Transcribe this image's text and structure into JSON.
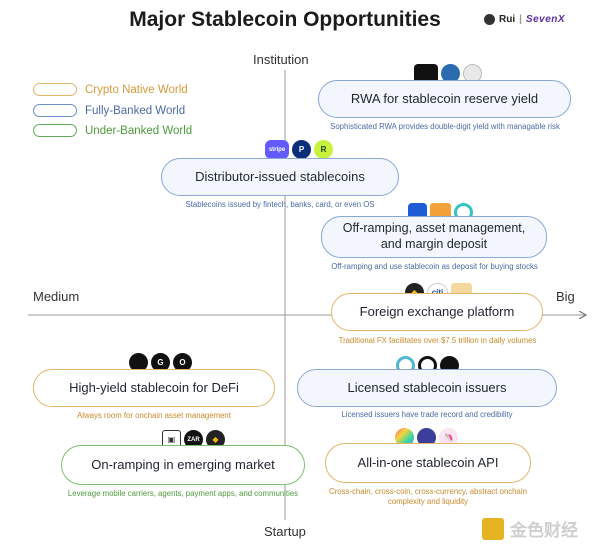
{
  "title": "Major Stablecoin Opportunities",
  "brand": {
    "name1": "Rui",
    "separator": "|",
    "name2": "SevenX"
  },
  "axes": {
    "top": "Institution",
    "bottom": "Startup",
    "left": "Medium",
    "right": "Big"
  },
  "legend": [
    {
      "label": "Crypto Native World",
      "color": "#e2b56a"
    },
    {
      "label": "Fully-Banked World",
      "color": "#6f90cc"
    },
    {
      "label": "Under-Banked World",
      "color": "#5fae55"
    }
  ],
  "opportunities": [
    {
      "label": "RWA for stablecoin reserve yield",
      "caption": "Sophisticated RWA provides double-digit yield with managable risk",
      "world": "blue"
    },
    {
      "label": "Distributor-issued stablecoins",
      "caption": "Stablecoins issued by fintech, banks, card, or even OS",
      "world": "blue"
    },
    {
      "label": "Off-ramping, asset management, and margin deposit",
      "caption": "Off-ramping and use stablecoin as deposit for buying stocks",
      "world": "blue"
    },
    {
      "label": "Foreign exchange platform",
      "caption": "Traditional FX facilitates over $7.5 trillion in daily volumes",
      "world": "orange"
    },
    {
      "label": "High-yield stablecoin for DeFi",
      "caption": "Always room for onchain asset management",
      "world": "orange"
    },
    {
      "label": "Licensed stablecoin issuers",
      "caption": "Licensed issuers have trade record and credibility",
      "world": "blue"
    },
    {
      "label": "On-ramping in emerging market",
      "caption": "Leverage mobile carriers, agents, payment apps, and communities",
      "world": "green"
    },
    {
      "label": "All-in-one stablecoin API",
      "caption": "Cross-chain, cross-coin, cross-currency, abstract onchain complexity and liquidity",
      "world": "orange"
    }
  ],
  "logos": {
    "rwa": [
      "BlackRock",
      "S",
      "bull"
    ],
    "distributor": [
      "stripe",
      "P",
      "R"
    ],
    "offramp": [
      "square-logo",
      "arrow-logo",
      "ring-logo"
    ],
    "fx": [
      "binance-logo",
      "citi",
      "arrow-logo"
    ],
    "defi": [
      "ethena-logo",
      "G",
      "O"
    ],
    "licensed": [
      "circle-logo",
      "ring-logo",
      "paxos-logo"
    ],
    "onramp": [
      "box-logo",
      "ZAR",
      "binance-logo"
    ],
    "api": [
      "rainbow-logo",
      "globe-logo",
      "unicorn-logo"
    ]
  },
  "watermark": "金色财经"
}
